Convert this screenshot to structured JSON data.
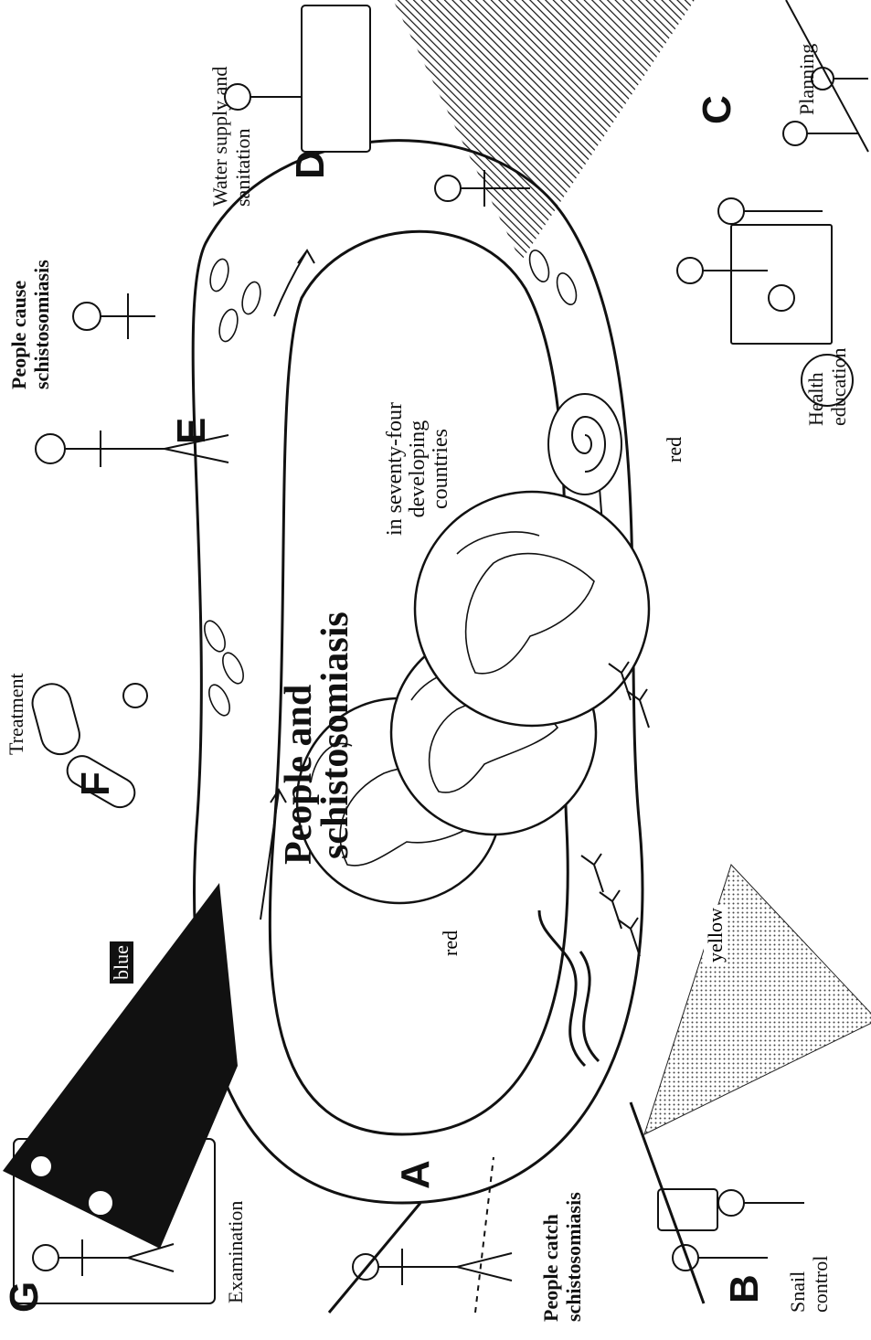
{
  "title": {
    "line1": "People and",
    "line2": "schistosomiasis"
  },
  "subtitle": {
    "line1": "in seventy-four",
    "line2": "developing",
    "line3": "countries"
  },
  "stages": [
    {
      "letter": "A",
      "label_line1": "People catch",
      "label_line2": "schistosomiasis",
      "color": "red"
    },
    {
      "letter": "B",
      "label_line1": "Snail",
      "label_line2": "control",
      "color": "yellow"
    },
    {
      "letter": "C",
      "label": "Planning"
    },
    {
      "letter": "D",
      "label_line1": "Water supply and",
      "label_line2": "sanitation"
    },
    {
      "letter": "E",
      "label_line1": "People cause",
      "label_line2": "schistosomiasis",
      "color": "red"
    },
    {
      "letter": "F",
      "label": "Treatment",
      "color": "blue"
    },
    {
      "letter": "G",
      "label": "Examination"
    }
  ],
  "extra_labels": {
    "health_line1": "Health",
    "health_line2": "education"
  },
  "colors": {
    "line": "#111111",
    "fill_dark": "#111111",
    "fill_light": "#ffffff"
  }
}
